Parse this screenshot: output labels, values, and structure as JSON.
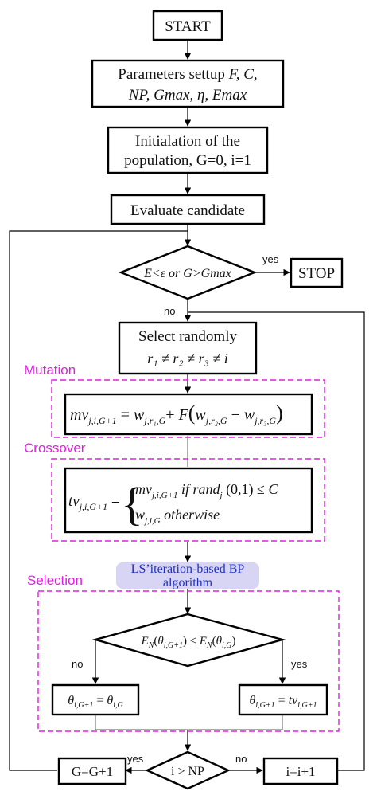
{
  "nodes": {
    "start": "START",
    "params_line1": "Parameters settup ",
    "params_line1_vars": "F, C,",
    "params_line2_vars": "NP, Gmax, η, Emax",
    "init_line1": "Initialation of the",
    "init_line2": "population, G=0, i=1",
    "evaluate": "Evaluate candidate",
    "condition": "E<ε or G>Gmax",
    "stop": "STOP",
    "select_line1": "Select randomly",
    "select_line2": "r₁ ≠ r₂ ≠ r₃ ≠ i",
    "mutation_formula": "mvj,i,G+1 = wj,r1,G + F(wj,r2,G − wj,r3,G)",
    "crossover_formula": "tvj,i,G+1 = { mvj,i,G+1 if randj(0,1) ≤ C ; wj,i,G otherwise }",
    "ls_line1": "LS’iteration-based BP",
    "ls_line2": "algorithm",
    "selection_condition": "EN(θi,G+1) ≤ EN(θi,G)",
    "selection_no_box": "θi,G+1 = θi,G",
    "selection_yes_box": "θi,G+1 = tvi,G+1",
    "loop_condition": "i > NP",
    "g_update": "G=G+1",
    "i_update": "i=i+1"
  },
  "labels": {
    "yes_stop": "yes",
    "no_cond": "no",
    "sel_no": "no",
    "sel_yes": "yes",
    "loop_yes": "yes",
    "loop_no": "no"
  },
  "sections": {
    "mutation": "Mutation",
    "crossover": "Crossover",
    "selection": "Selection"
  },
  "colors": {
    "section_dash": "#e020e0",
    "ls_box_fill": "#d8d4f4",
    "ls_text": "#2030c0"
  }
}
